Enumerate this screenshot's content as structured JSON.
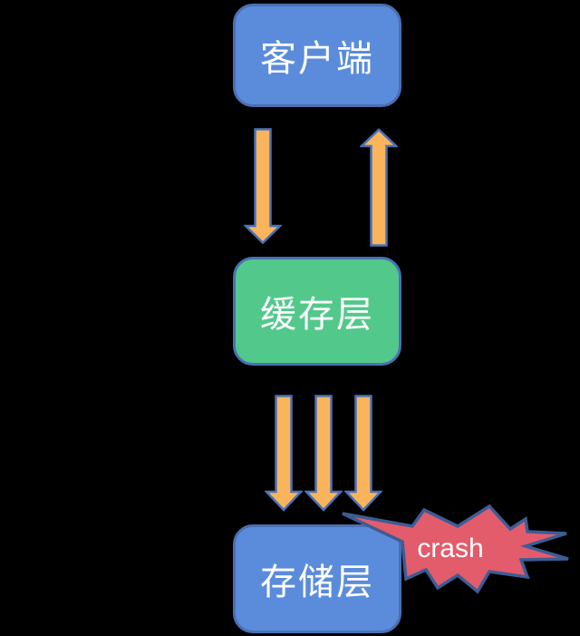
{
  "nodes": {
    "client": {
      "label": "客户端"
    },
    "cache": {
      "label": "缓存层"
    },
    "storage": {
      "label": "存储层"
    }
  },
  "crash": {
    "label": "crash"
  },
  "colors": {
    "background": "#000000",
    "box-blue": "#5B8CDB",
    "box-green": "#52C98B",
    "box-border": "#4A70B2",
    "arrow-fill": "#FAB45C",
    "arrow-stroke": "#4A72B8",
    "star-fill": "#E25C6C",
    "star-stroke": "#3D5C94",
    "text": "#FFFFFF"
  }
}
